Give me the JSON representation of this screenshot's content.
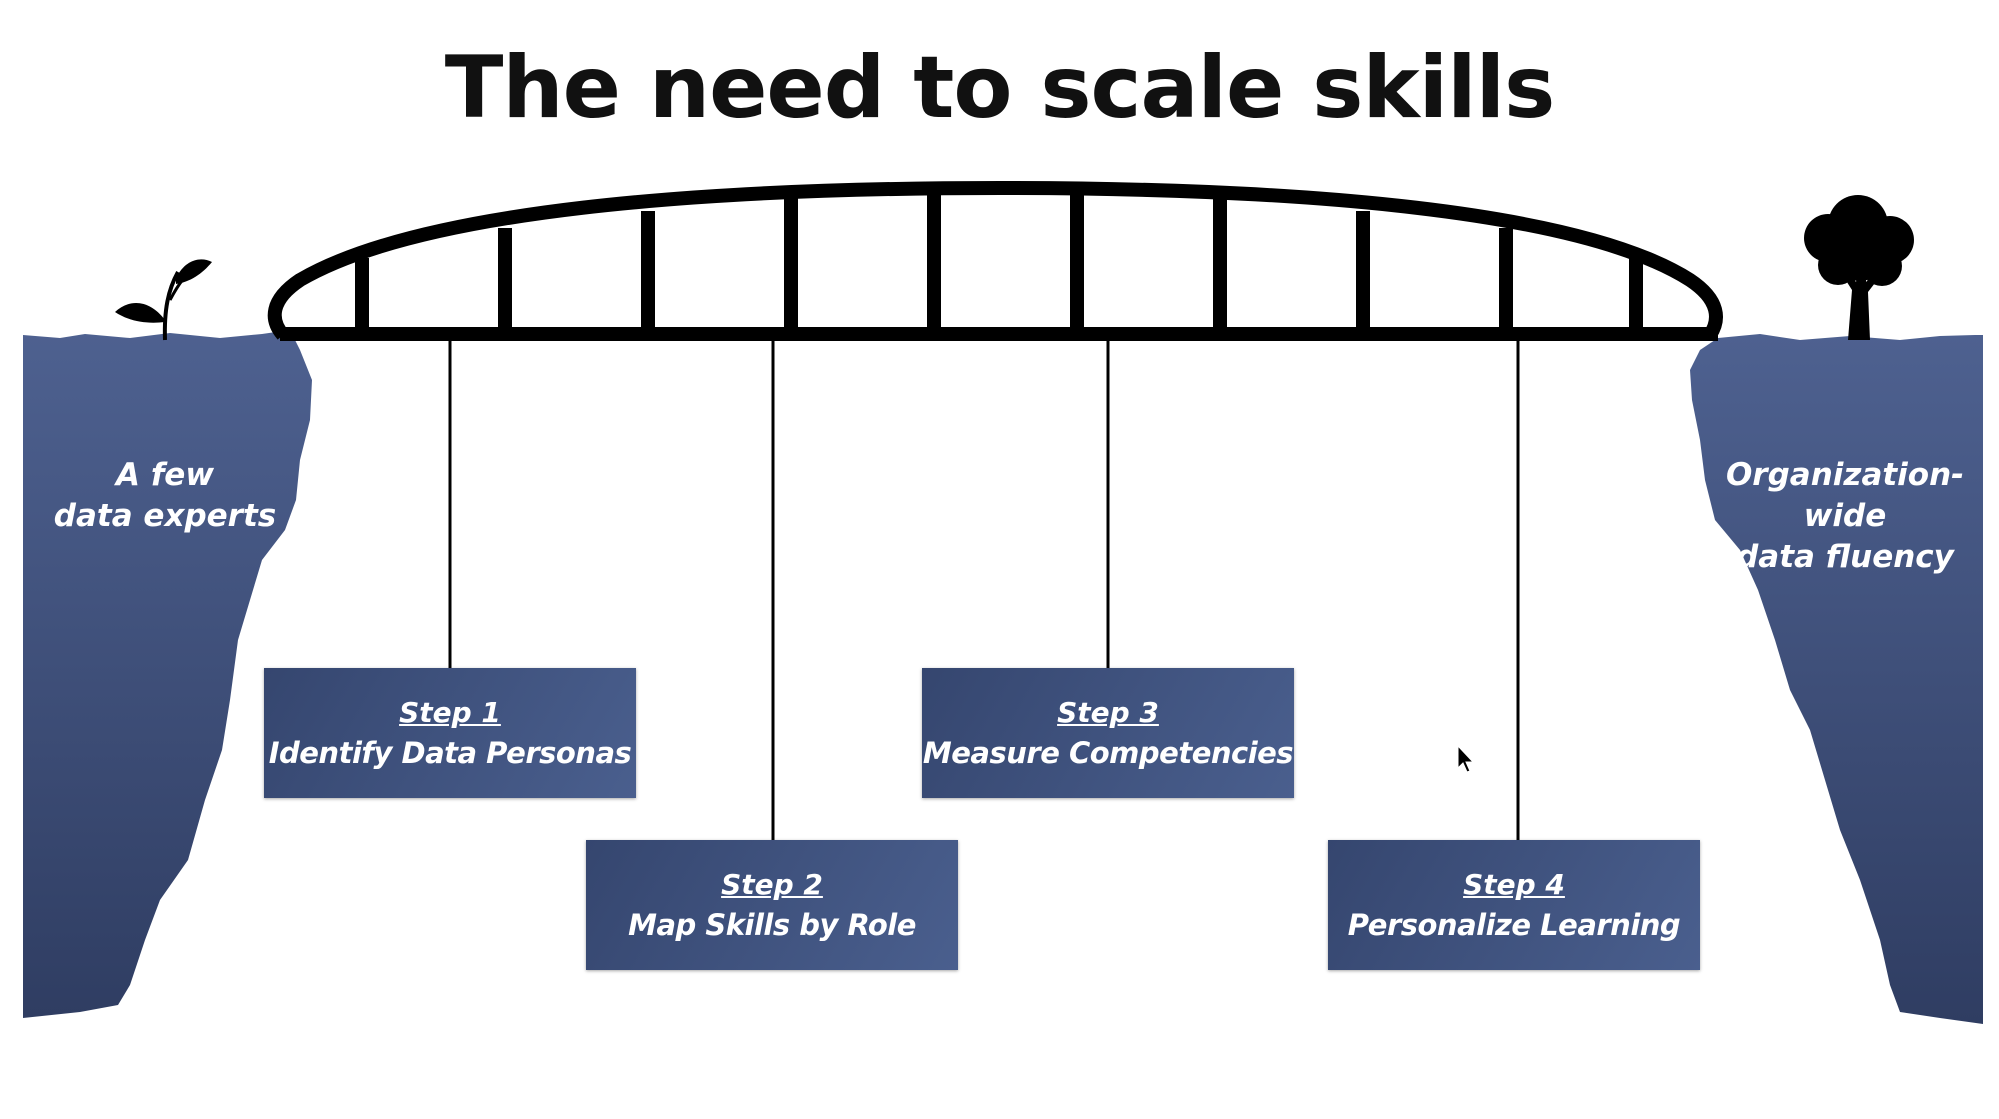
{
  "title": "The need to scale skills",
  "left_cliff": {
    "line1": "A few",
    "line2": "data experts",
    "icon": "sprout-icon"
  },
  "right_cliff": {
    "line1": "Organization-wide",
    "line2": "data fluency",
    "icon": "tree-icon"
  },
  "steps": [
    {
      "number": "Step 1",
      "label": "Identify Data Personas"
    },
    {
      "number": "Step 2",
      "label": "Map Skills by Role"
    },
    {
      "number": "Step 3",
      "label": "Measure Competencies"
    },
    {
      "number": "Step 4",
      "label": "Personalize Learning"
    }
  ],
  "colors": {
    "cliff": "#3b4c75",
    "box": "#3f5281",
    "bridge": "#000000",
    "title": "#111111"
  }
}
